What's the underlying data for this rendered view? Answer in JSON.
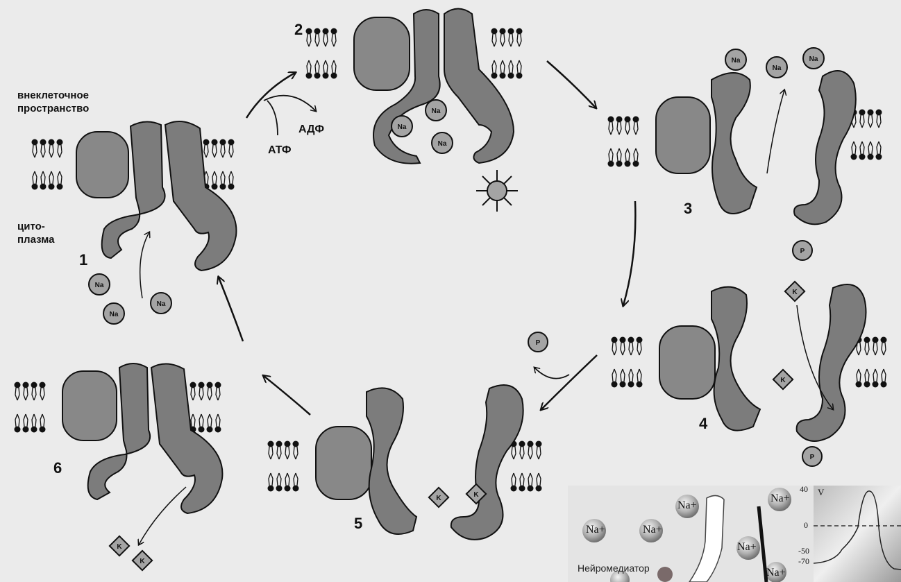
{
  "labels": {
    "extracellular": "внеклеточное пространство",
    "cytoplasm": "цито-\nплазма",
    "atp": "АТФ",
    "adp": "АДФ"
  },
  "stages": [
    "1",
    "2",
    "3",
    "4",
    "5",
    "6"
  ],
  "ions": {
    "sodium": "Na",
    "potassium": "K",
    "phosphate": "P"
  },
  "inset": {
    "ion": "Na+",
    "neurotransmitter": "Нейромедиатор",
    "v_label": "V",
    "ticks": [
      "40",
      "0",
      "-50",
      "-70"
    ]
  },
  "colors": {
    "background": "#ebebeb",
    "protein": "#7c7c7c",
    "ion_fill": "#a4a4a4",
    "outline": "#111111"
  }
}
